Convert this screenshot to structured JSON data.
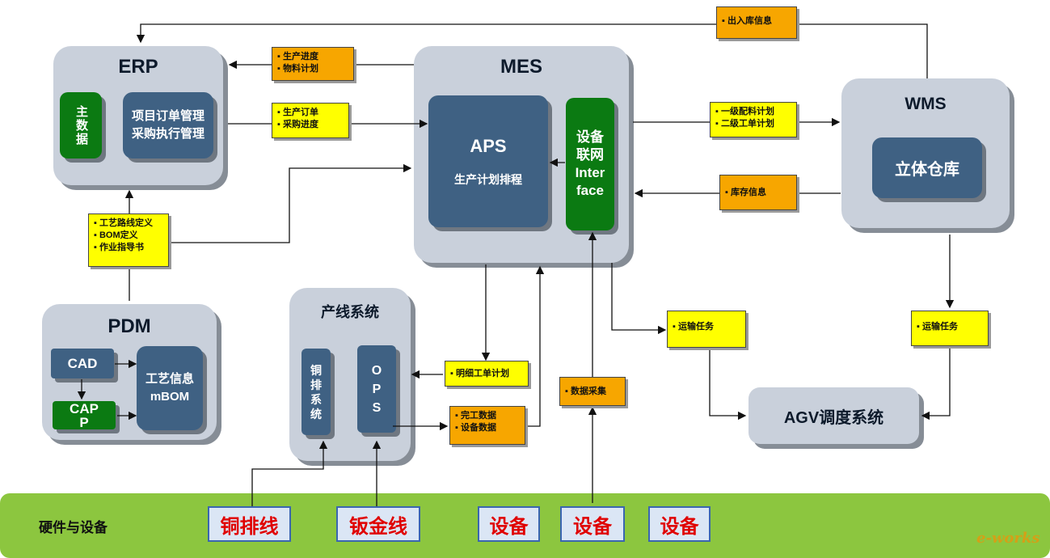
{
  "erp": {
    "title": "ERP",
    "master_data": "主数据",
    "project": "项目订单管理\n采购执行管理"
  },
  "mes": {
    "title": "MES",
    "aps_title": "APS",
    "aps_sub": "生产计划排程",
    "interface": "设备\n联网\nInter\nface"
  },
  "wms": {
    "title": "WMS",
    "warehouse": "立体仓库"
  },
  "pdm": {
    "title": "PDM",
    "cad": "CAD",
    "capp": "CAP\nP",
    "process": "工艺信息\nmBOM"
  },
  "line_system": {
    "title": "产线系统",
    "copper": "铜\n排\n系\n统",
    "ops": "O\nP\nS"
  },
  "agv": {
    "title": "AGV调度系统"
  },
  "notes": {
    "inout": [
      "出入库信息"
    ],
    "progress": [
      "生产进度",
      "物料计划"
    ],
    "order": [
      "生产订单",
      "采购进度"
    ],
    "plan": [
      "一级配料计划",
      "二级工单计划"
    ],
    "stock": [
      "库存信息"
    ],
    "process_def": [
      "工艺路线定义",
      "BOM定义",
      "作业指导书"
    ],
    "transport1": [
      "运输任务"
    ],
    "transport2": [
      "运输任务"
    ],
    "detail_order": [
      "明细工单计划"
    ],
    "data_collect": [
      "数据采集"
    ],
    "finish": [
      "完工数据",
      "设备数据"
    ]
  },
  "hardware": {
    "label": "硬件与设备",
    "items": [
      "铜排线",
      "钣金线",
      "设备",
      "设备",
      "设备"
    ]
  },
  "watermark": "e-works",
  "colors": {
    "panel": "#c9d0db",
    "inner": "#3f6183",
    "green": "#0b7a12",
    "note_yellow": "#ffff00",
    "note_orange": "#f7a600",
    "hardware_bar": "#8cc63f",
    "hardware_text": "#e00000"
  }
}
